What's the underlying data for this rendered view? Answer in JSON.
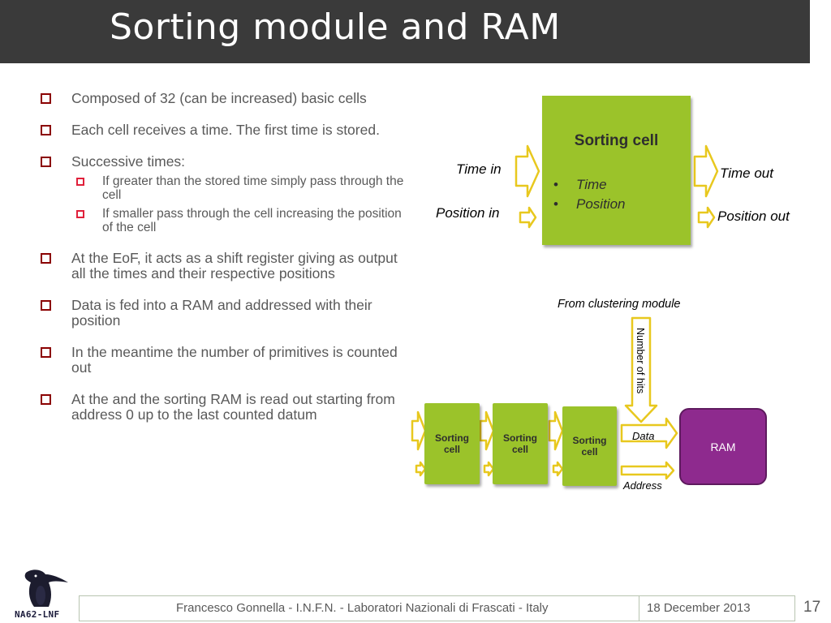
{
  "title": "Sorting module and RAM",
  "bullets": [
    {
      "text": "Composed of 32 (can be increased) basic cells"
    },
    {
      "text": "Each cell receives a time. The first time is stored."
    },
    {
      "text": "Successive times:",
      "sub": [
        "If greater than the stored time simply pass through the cell",
        "If smaller pass through the cell increasing the position of the cell"
      ]
    },
    {
      "text": "At the EoF, it acts as a shift register giving as output all the times and their respective positions"
    },
    {
      "text": "Data is fed into a RAM and addressed with their position"
    },
    {
      "text": "In the meantime the number of primitives is counted out"
    },
    {
      "text": "At the and the sorting RAM is read out starting from address 0 up to the last counted datum"
    }
  ],
  "cell_diagram": {
    "title": "Sorting cell",
    "items": [
      "Time",
      "Position"
    ],
    "time_in": "Time in",
    "position_in": "Position in",
    "time_out": "Time out",
    "position_out": "Position out"
  },
  "pipeline": {
    "from_label": "From clustering module",
    "hits_label": "Number of hits",
    "cell_label": "Sorting cell",
    "data_label": "Data",
    "address_label": "Address",
    "ram_label": "RAM"
  },
  "footer": {
    "text": "Francesco Gonnella - I.N.F.N. - Laboratori Nazionali di Frascati - Italy",
    "date": "18 December 2013",
    "page": "17",
    "logo": "NA62-LNF"
  },
  "colors": {
    "title_bar": "#3a3a3a",
    "cell_green": "#9bc32a",
    "arrow_yellow": "#e8c81e",
    "ram_purple": "#8e2a8e",
    "bullet_red": "#8b0000"
  }
}
